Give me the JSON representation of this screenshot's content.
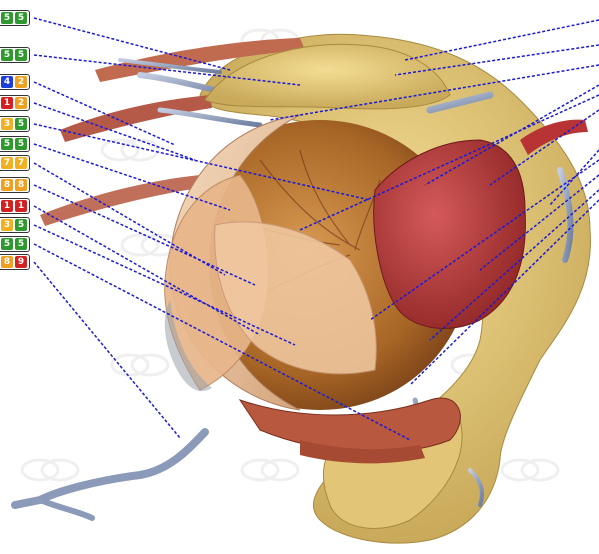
{
  "labels": [
    {
      "badges": [
        {
          "text": "5",
          "color": "#2e9a2e"
        },
        {
          "text": "5",
          "color": "#2e9a2e"
        }
      ]
    },
    {
      "badges": [
        {
          "text": "5",
          "color": "#2e9a2e"
        },
        {
          "text": "5",
          "color": "#2e9a2e"
        }
      ]
    },
    {
      "badges": [
        {
          "text": "4",
          "color": "#1c3fd8"
        },
        {
          "text": "2",
          "color": "#f0a020"
        }
      ]
    },
    {
      "badges": [
        {
          "text": "1",
          "color": "#d42020"
        },
        {
          "text": "2",
          "color": "#f0a020"
        }
      ]
    },
    {
      "badges": [
        {
          "text": "3",
          "color": "#f0b020"
        },
        {
          "text": "5",
          "color": "#2e9a2e"
        }
      ]
    },
    {
      "badges": [
        {
          "text": "5",
          "color": "#2e9a2e"
        },
        {
          "text": "5",
          "color": "#2e9a2e"
        }
      ]
    },
    {
      "badges": [
        {
          "text": "7",
          "color": "#f0b020"
        },
        {
          "text": "7",
          "color": "#f0b020"
        }
      ]
    },
    {
      "badges": [
        {
          "text": "8",
          "color": "#f0a020"
        },
        {
          "text": "8",
          "color": "#f0a020"
        }
      ]
    },
    {
      "badges": [
        {
          "text": "1",
          "color": "#d42020"
        },
        {
          "text": "1",
          "color": "#d42020"
        }
      ]
    },
    {
      "badges": [
        {
          "text": "3",
          "color": "#f0b020"
        },
        {
          "text": "5",
          "color": "#2e9a2e"
        }
      ]
    },
    {
      "badges": [
        {
          "text": "5",
          "color": "#2e9a2e"
        },
        {
          "text": "5",
          "color": "#2e9a2e"
        }
      ]
    },
    {
      "badges": [
        {
          "text": "8",
          "color": "#f0a020"
        },
        {
          "text": "9",
          "color": "#d42020"
        }
      ]
    }
  ],
  "colors": {
    "leader_line": "#1a1ad8",
    "fat": "#e8cf7e",
    "muscle": "#b83a3a",
    "sclera": "#e9c8a4",
    "vessel": "#8a9ab8"
  }
}
